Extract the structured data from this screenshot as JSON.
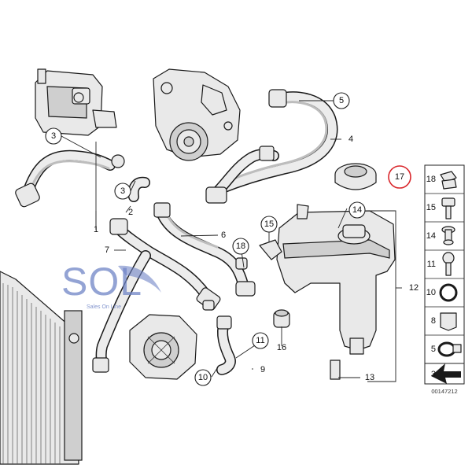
{
  "callouts": [
    "1",
    "2",
    "3",
    "3",
    "4",
    "5",
    "6",
    "7",
    "8",
    "9",
    "10",
    "10",
    "11",
    "11",
    "12",
    "13",
    "14",
    "15",
    "16",
    "17",
    "18",
    "18"
  ],
  "legend": [
    "18",
    "15",
    "14",
    "11",
    "10",
    "8",
    "5",
    "3"
  ],
  "highlight_color": "#d9262b",
  "reference_number": "00147212",
  "watermark": {
    "letters": "SOL",
    "tagline": "Sales On Line",
    "color": "#6f84c6"
  }
}
